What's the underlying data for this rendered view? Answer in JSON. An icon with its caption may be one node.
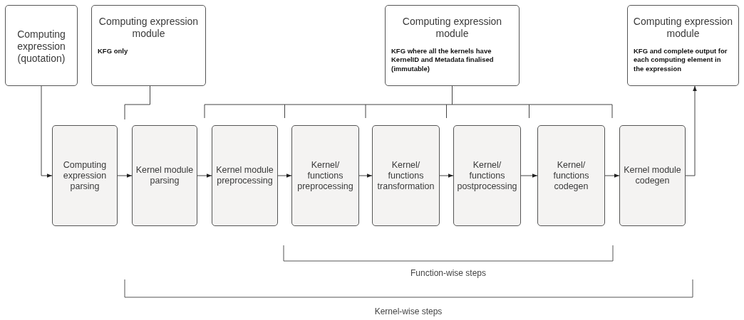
{
  "diagram": {
    "nodes": [
      {
        "text": [
          "Computing expression (quotation)"
        ]
      },
      {
        "text": [
          "Computing expression module",
          "KFG only"
        ]
      },
      {
        "text": [
          "Computing expression module",
          "KFG where all the kernels have KernelID and Metadata finalised (immutable)"
        ]
      },
      {
        "text": [
          "Computing expression module",
          "KFG and complete output for each computing element in the expression"
        ]
      },
      {
        "text": [
          "Computing expression parsing"
        ]
      },
      {
        "text": [
          "Kernel module parsing"
        ]
      },
      {
        "text": [
          "Kernel module preprocessing"
        ]
      },
      {
        "text": [
          "Kernel/ functions preprocessing"
        ]
      },
      {
        "text": [
          "Kernel/ functions transformation"
        ]
      },
      {
        "text": [
          "Kernel/ functions postprocessing"
        ]
      },
      {
        "text": [
          "Kernel/ functions codegen"
        ]
      },
      {
        "text": [
          "Kernel module codegen"
        ]
      }
    ],
    "edges": [
      {
        "from": 0,
        "to": 4,
        "arrow": "to"
      },
      {
        "from": 4,
        "to": 5,
        "arrow": "to"
      },
      {
        "from": 5,
        "to": 6,
        "arrow": "to"
      },
      {
        "from": 6,
        "to": 7,
        "arrow": "to"
      },
      {
        "from": 7,
        "to": 8,
        "arrow": "to"
      },
      {
        "from": 8,
        "to": 9,
        "arrow": "to"
      },
      {
        "from": 9,
        "to": 10,
        "arrow": "to"
      },
      {
        "from": 10,
        "to": 11,
        "arrow": "to"
      },
      {
        "from": 11,
        "to": 3,
        "arrow": "to"
      },
      {
        "from": 1,
        "to": null,
        "arrow": "none"
      },
      {
        "from": 2,
        "to": null,
        "arrow": "none"
      }
    ],
    "labels": [
      "Function-wise steps",
      "Kernel-wise steps"
    ]
  }
}
